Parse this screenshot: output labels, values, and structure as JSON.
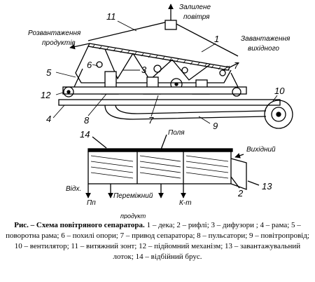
{
  "labels": {
    "air_out": [
      "Залилене",
      "повітря"
    ],
    "unload_products": [
      "Розвантаження",
      "продуктів"
    ],
    "load_initial": [
      "Завантаження",
      "вихідного"
    ],
    "pole": "Поля",
    "initial": "Вихідний",
    "vidkh": "Відх.",
    "pp": "Пп",
    "intermediate": "Переміжний",
    "product_cut": "продукт",
    "kt": "К-т"
  },
  "numbers": [
    "1",
    "2",
    "3",
    "4",
    "5",
    "6",
    "7",
    "8",
    "9",
    "10",
    "11",
    "12",
    "13",
    "14"
  ],
  "caption": {
    "head": "Рис. – Схема  повітряного сепаратора.",
    "body": " 1 – дека; 2 – рифлі; 3 – дифузори ; 4 – рама; 5 – поворотна рама; 6 – похилі опори; 7 – привод сепаратора; 8 – пульсатори; 9 – повітропровід; 10 – вентилятор; 11 – витяжний зонт; 12 – підйомний механізм; 13 – завантажувальний лоток; 14 – відбійний брус."
  }
}
